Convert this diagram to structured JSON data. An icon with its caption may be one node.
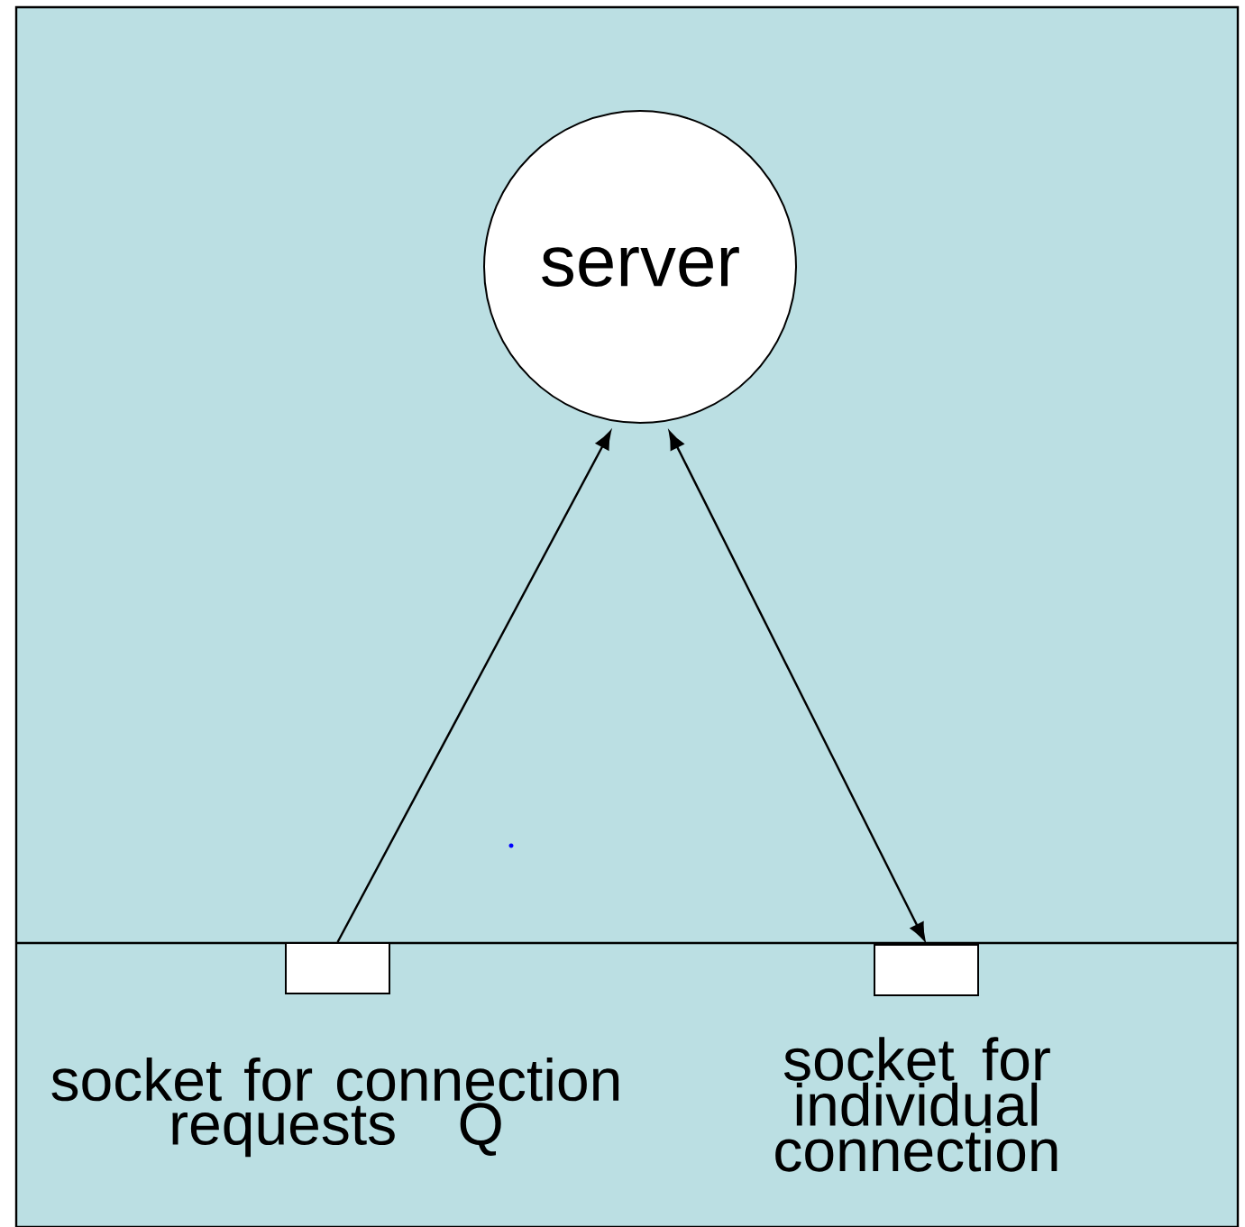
{
  "diagram": {
    "nodes": [
      {
        "text": [
          "server"
        ]
      },
      {
        "text": [],
        "shape": "box",
        "beside": [
          "socket for connection requests Q"
        ]
      },
      {
        "text": [],
        "shape": "box",
        "beside": [
          "socket for individual connection"
        ]
      }
    ],
    "edges": [
      {
        "from": 1,
        "to": 0,
        "arrow": "to"
      },
      {
        "from": 0,
        "to": 2,
        "arrow": "both"
      }
    ]
  }
}
